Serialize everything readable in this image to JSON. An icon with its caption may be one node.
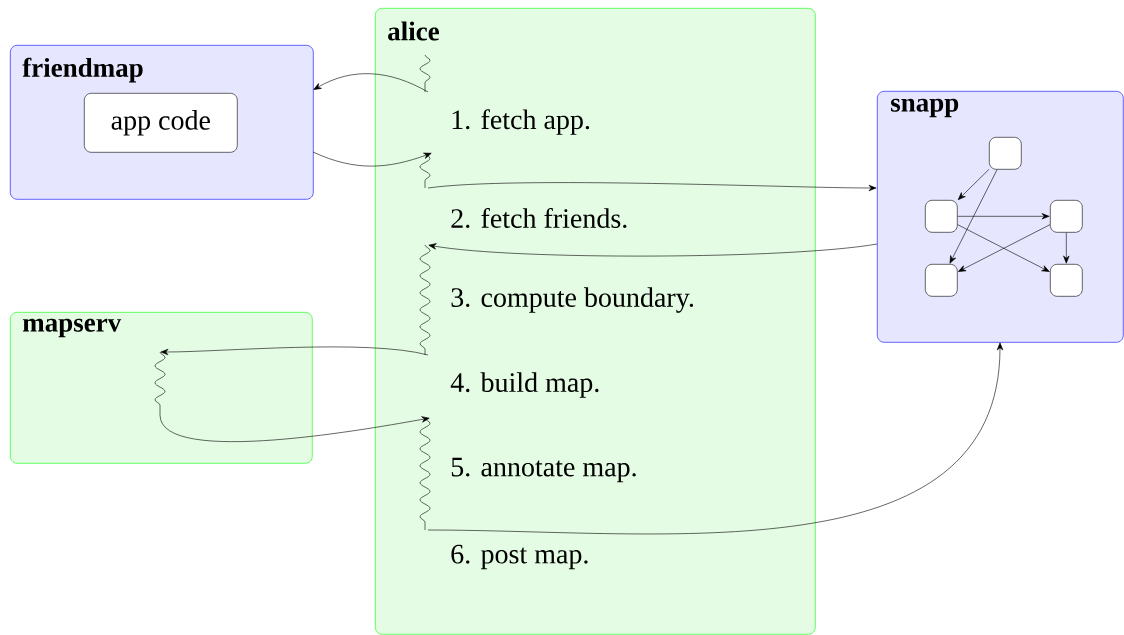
{
  "diagram": {
    "nodes": [
      {
        "text": [
          "friendmap"
        ]
      },
      {
        "text": [
          "app code"
        ],
        "in": 0
      },
      {
        "text": [
          "alice",
          "1. fetch app.",
          "2. fetch friends.",
          "3. compute boundary.",
          "4. build map.",
          "5. annotate map.",
          "6. post map."
        ]
      },
      {
        "text": [
          "snapp"
        ]
      },
      {
        "text": [],
        "shape": "box",
        "in": 3
      },
      {
        "text": [],
        "shape": "box",
        "in": 3
      },
      {
        "text": [],
        "shape": "box",
        "in": 3
      },
      {
        "text": [],
        "shape": "box",
        "in": 3
      },
      {
        "text": [],
        "shape": "box",
        "in": 3
      },
      {
        "text": [
          "mapserv"
        ]
      }
    ],
    "edges": [
      {
        "from": 2,
        "to": 0,
        "arrow": "to"
      },
      {
        "from": 0,
        "to": 2,
        "arrow": "to"
      },
      {
        "from": 2,
        "to": 3,
        "arrow": "to"
      },
      {
        "from": 3,
        "to": 2,
        "arrow": "to"
      },
      {
        "from": 2,
        "to": 9,
        "arrow": "to"
      },
      {
        "from": 9,
        "to": 2,
        "arrow": "to"
      },
      {
        "from": 2,
        "to": 3,
        "arrow": "to"
      },
      {
        "from": 4,
        "to": 5,
        "arrow": "to"
      },
      {
        "from": 4,
        "to": 7,
        "arrow": "to"
      },
      {
        "from": 5,
        "to": 6,
        "arrow": "to"
      },
      {
        "from": 5,
        "to": 8,
        "arrow": "to"
      },
      {
        "from": 6,
        "to": 7,
        "arrow": "to"
      },
      {
        "from": 6,
        "to": 8,
        "arrow": "to"
      }
    ]
  }
}
